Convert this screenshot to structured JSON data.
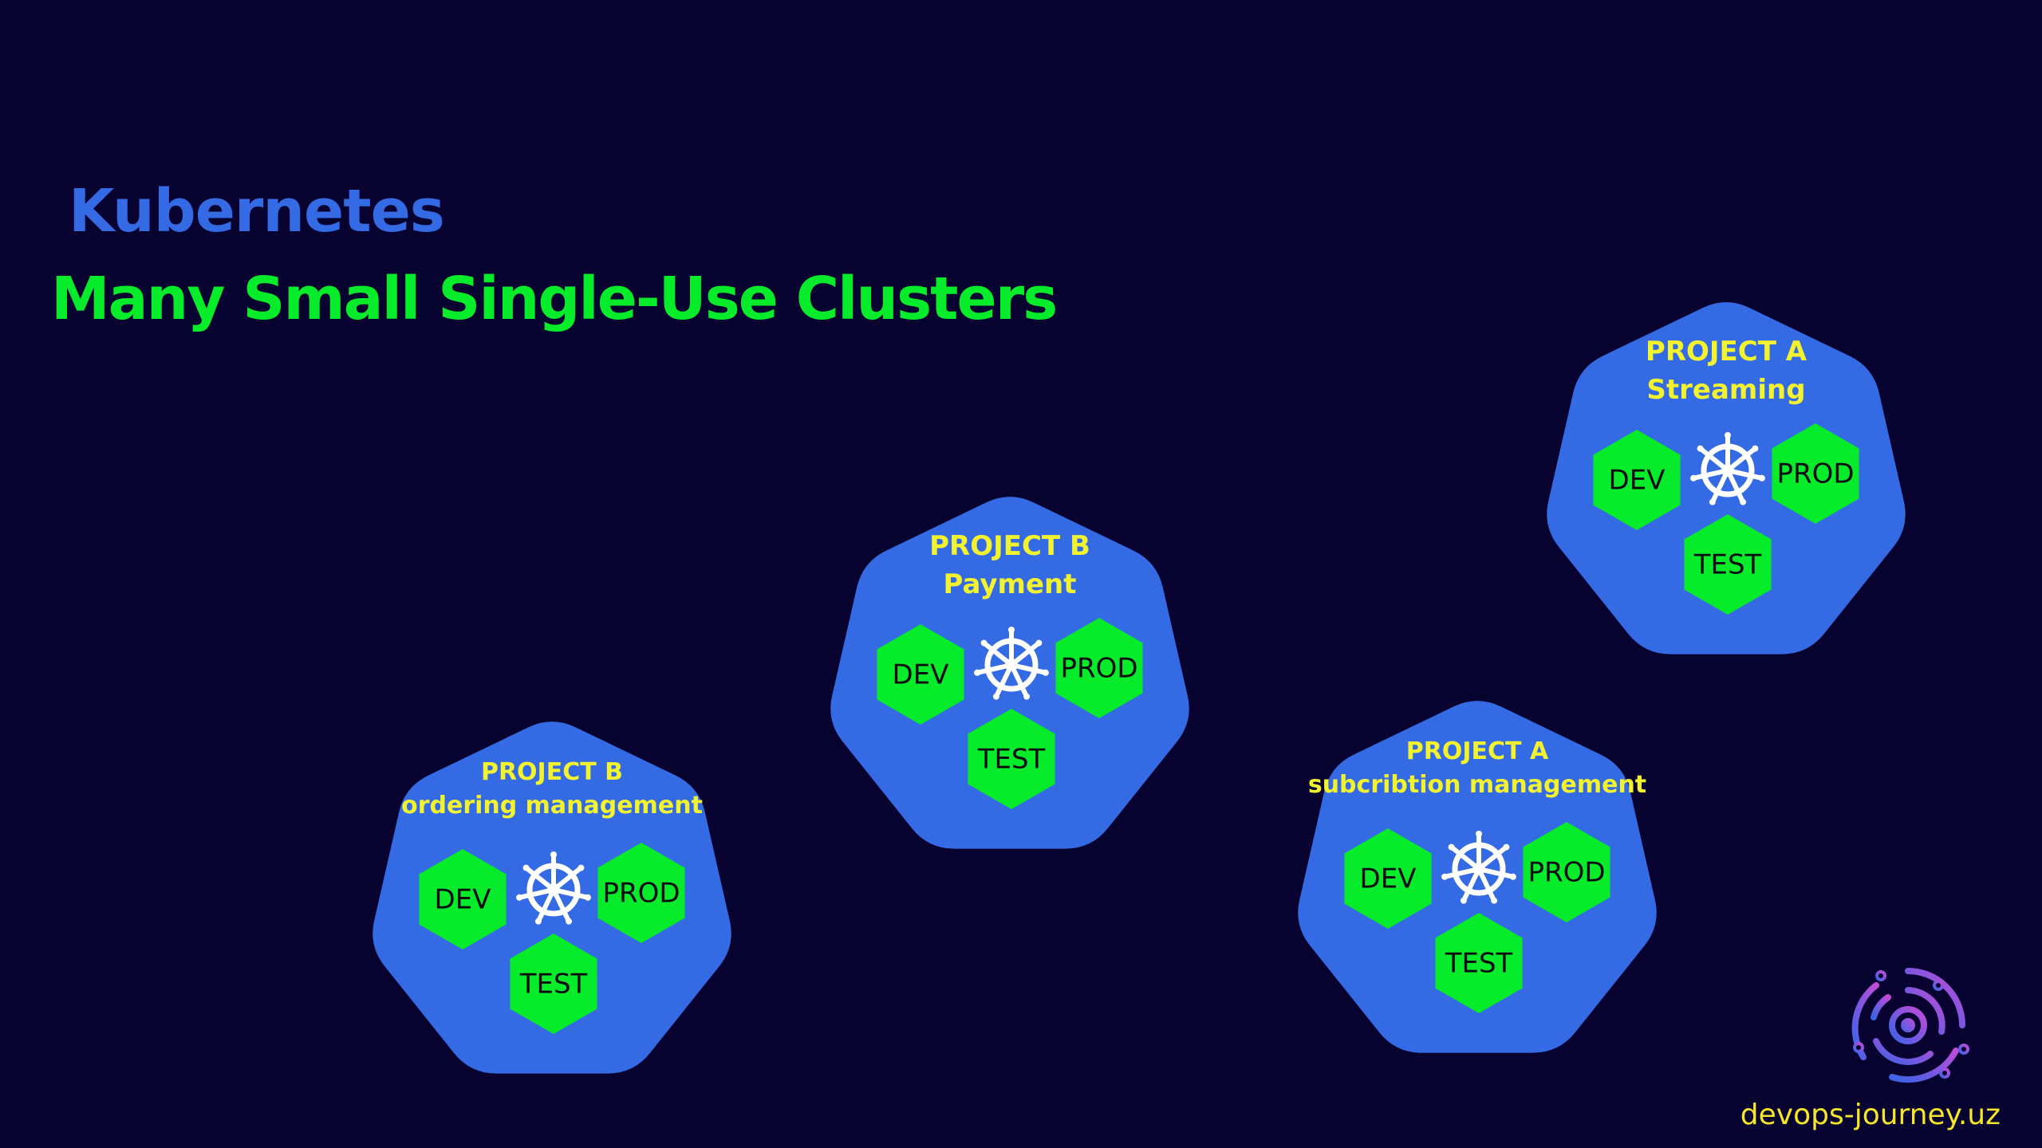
{
  "header": {
    "title": "Kubernetes",
    "subtitle": "Many Small Single-Use Clusters"
  },
  "colors": {
    "background": "#080230",
    "cluster_fill": "#346BE4",
    "env_fill": "#06EB2A",
    "title": "#346BE4",
    "subtitle": "#06EB2A",
    "cluster_label": "#F2F22F",
    "brand": "#F5E62A"
  },
  "clusters": [
    {
      "project": "PROJECT A",
      "name": "Streaming",
      "envs": {
        "dev": "DEV",
        "prod": "PROD",
        "test": "TEST"
      },
      "icon": "kubernetes-helm-icon"
    },
    {
      "project": "PROJECT B",
      "name": "Payment",
      "envs": {
        "dev": "DEV",
        "prod": "PROD",
        "test": "TEST"
      },
      "icon": "kubernetes-helm-icon"
    },
    {
      "project": "PROJECT A",
      "name": "subcribtion management",
      "envs": {
        "dev": "DEV",
        "prod": "PROD",
        "test": "TEST"
      },
      "icon": "kubernetes-helm-icon"
    },
    {
      "project": "PROJECT B",
      "name": "ordering management",
      "envs": {
        "dev": "DEV",
        "prod": "PROD",
        "test": "TEST"
      },
      "icon": "kubernetes-helm-icon"
    }
  ],
  "brand": {
    "text": "devops-journey.uz",
    "icon": "devops-journey-logo-icon"
  }
}
